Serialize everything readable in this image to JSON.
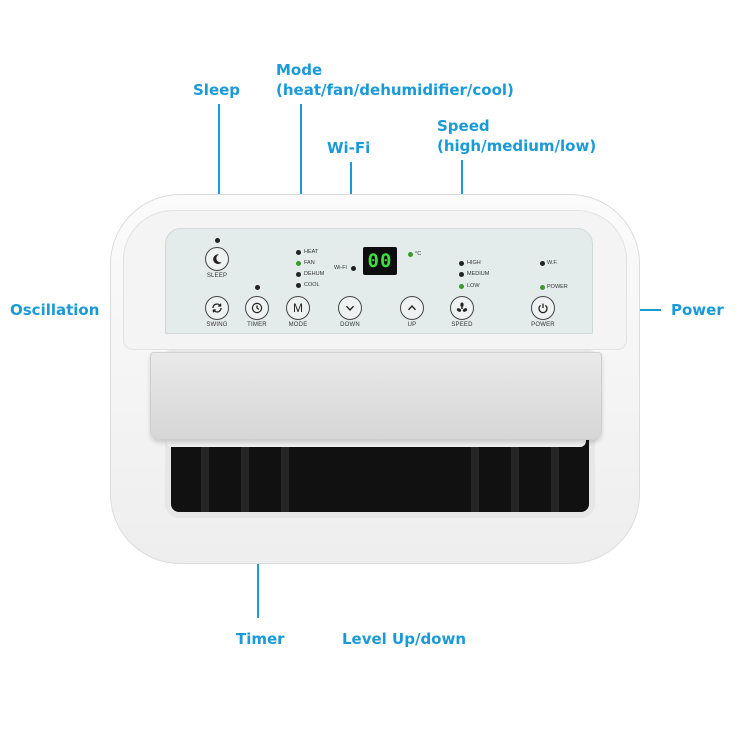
{
  "callouts": {
    "sleep": "Sleep",
    "mode_title": "Mode",
    "mode_detail": "(heat/fan/dehumidifier/cool)",
    "wifi": "Wi-Fi",
    "speed_title": "Speed",
    "speed_detail": "(high/medium/low)",
    "oscillation": "Oscillation",
    "power": "Power",
    "timer": "Timer",
    "level": "Level Up/down"
  },
  "panel": {
    "buttons": {
      "sleep": "SLEEP",
      "swing": "SWING",
      "timer": "TIMER",
      "mode": "MODE",
      "mode_glyph": "M",
      "down": "DOWN",
      "up": "UP",
      "speed": "SPEED",
      "power": "POWER"
    },
    "mode_indicators": [
      "HEAT",
      "FAN",
      "DEHUM",
      "COOL"
    ],
    "speed_indicators": [
      "HIGH",
      "MEDIUM",
      "LOW"
    ],
    "wifi_indicator": "Wi-Fi",
    "wf_indicator": "W.F.",
    "power_indicator": "POWER",
    "display_value": "00",
    "temp_unit": "°C"
  },
  "colors": {
    "callout": "#1a9ad6",
    "display_digits": "#3be038",
    "panel": "#e3ecea"
  }
}
